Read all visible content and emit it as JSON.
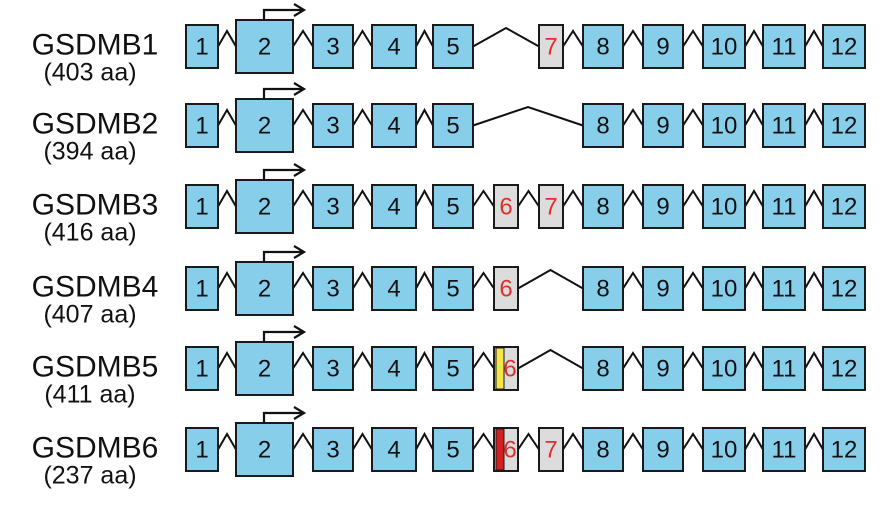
{
  "figure": {
    "isoforms": [
      {
        "name": "GSDMB1",
        "length": "(403 aa)",
        "exons": [
          "1",
          "2",
          "3",
          "4",
          "5",
          "7",
          "8",
          "9",
          "10",
          "11",
          "12"
        ]
      },
      {
        "name": "GSDMB2",
        "length": "(394 aa)",
        "exons": [
          "1",
          "2",
          "3",
          "4",
          "5",
          "8",
          "9",
          "10",
          "11",
          "12"
        ]
      },
      {
        "name": "GSDMB3",
        "length": "(416 aa)",
        "exons": [
          "1",
          "2",
          "3",
          "4",
          "5",
          "6",
          "7",
          "8",
          "9",
          "10",
          "11",
          "12"
        ]
      },
      {
        "name": "GSDMB4",
        "length": "(407 aa)",
        "exons": [
          "1",
          "2",
          "3",
          "4",
          "5",
          "6",
          "8",
          "9",
          "10",
          "11",
          "12"
        ]
      },
      {
        "name": "GSDMB5",
        "length": "(411 aa)",
        "exons": [
          "1",
          "2",
          "3",
          "4",
          "5",
          "6",
          "8",
          "9",
          "10",
          "11",
          "12"
        ],
        "exon6_mark": "yellow"
      },
      {
        "name": "GSDMB6",
        "length": "(237 aa)",
        "exons": [
          "1",
          "2",
          "3",
          "4",
          "5",
          "6",
          "7",
          "8",
          "9",
          "10",
          "11",
          "12"
        ],
        "exon6_mark": "red"
      }
    ],
    "colors": {
      "constitutive_exon": "#87ceeb",
      "alternative_exon": "#dcdcdc",
      "alternative_exon_label": "#e0302a",
      "exon_border": "#1a1a1a",
      "yellow_mark": "#f5e64a",
      "red_mark": "#d42020"
    }
  }
}
